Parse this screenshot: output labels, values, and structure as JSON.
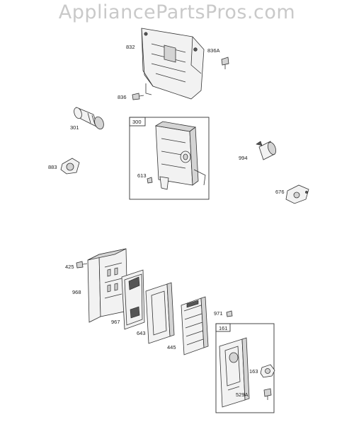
{
  "watermark": {
    "text": "AppliancePartsPros.com"
  },
  "parts": [
    {
      "id": "832"
    },
    {
      "id": "836A"
    },
    {
      "id": "836"
    },
    {
      "id": "301"
    },
    {
      "id": "300"
    },
    {
      "id": "994"
    },
    {
      "id": "883"
    },
    {
      "id": "613"
    },
    {
      "id": "676"
    },
    {
      "id": "425"
    },
    {
      "id": "968"
    },
    {
      "id": "967"
    },
    {
      "id": "643"
    },
    {
      "id": "445"
    },
    {
      "id": "971"
    },
    {
      "id": "161"
    },
    {
      "id": "163"
    },
    {
      "id": "529A"
    }
  ]
}
